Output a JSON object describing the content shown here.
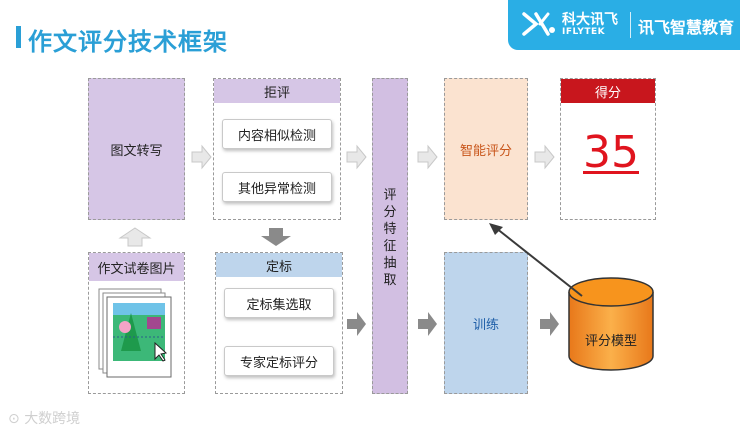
{
  "header": {
    "title": "作文评分技术框架",
    "logo": {
      "brand": "科大讯飞",
      "brand_en": "IFLYTEK",
      "edu": "讯飞智慧教育"
    }
  },
  "diagram": {
    "image_to_text": "图文转写",
    "essay_image": "作文试卷图片",
    "rejection": {
      "header": "拒评",
      "items": [
        "内容相似检测",
        "其他异常检测"
      ]
    },
    "calibration": {
      "header": "定标",
      "items": [
        "定标集选取",
        "专家定标评分"
      ]
    },
    "feature_extraction": "评分特征抽取",
    "smart_scoring": "智能评分",
    "training": "训练",
    "score": {
      "header": "得分",
      "value": "35"
    },
    "model": "评分模型"
  },
  "watermark": "大数跨境",
  "colors": {
    "accent": "#2a9fd6",
    "purple": "#d6c6e6",
    "peach": "#fbe3d0",
    "blue": "#bed5ec",
    "score_red": "#e0141e",
    "model_orange": "#f7941d"
  }
}
